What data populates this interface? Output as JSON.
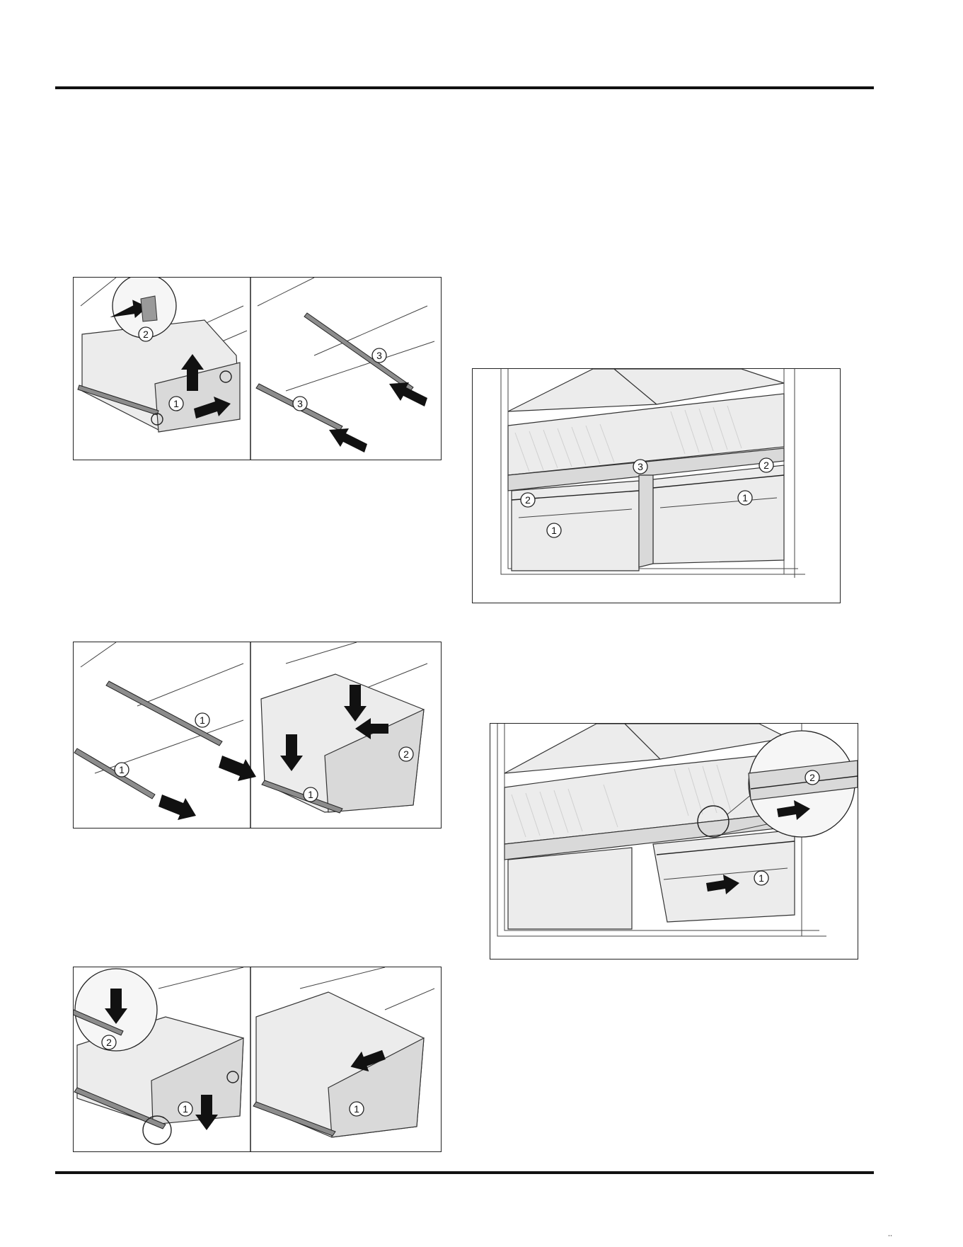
{
  "figures": [
    {
      "id": "fig-drawer-removal",
      "callouts": [
        "1",
        "2",
        "3",
        "3"
      ]
    },
    {
      "id": "fig-drawer-install",
      "callouts": [
        "1",
        "1",
        "1",
        "2"
      ]
    },
    {
      "id": "fig-drawer-lock",
      "callouts": [
        "2",
        "1",
        "1"
      ]
    },
    {
      "id": "fig-crisper-overview",
      "callouts": [
        "3",
        "2",
        "2",
        "1",
        "1"
      ]
    },
    {
      "id": "fig-crisper-cover",
      "callouts": [
        "2",
        "1"
      ]
    }
  ],
  "footer": {
    "mark": "⸱⸱"
  }
}
